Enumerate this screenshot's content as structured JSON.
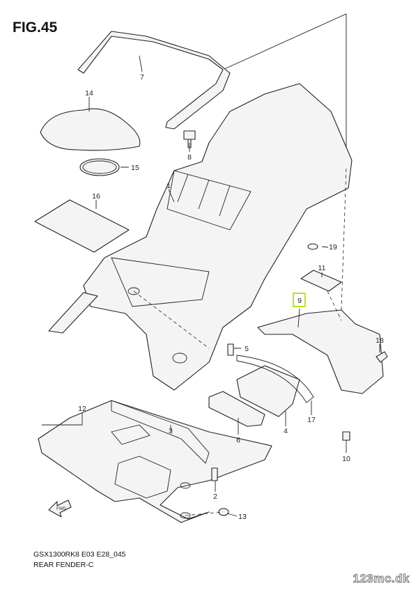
{
  "figure_title": "FIG.45",
  "callouts": [
    {
      "label": "14"
    },
    {
      "label": "15"
    },
    {
      "label": "16"
    },
    {
      "label": "7"
    },
    {
      "label": "8"
    },
    {
      "label": "1"
    },
    {
      "label": "19"
    },
    {
      "label": "11"
    },
    {
      "label": "9",
      "highlighted": true
    },
    {
      "label": "18"
    },
    {
      "label": "5"
    },
    {
      "label": "12"
    },
    {
      "label": "3"
    },
    {
      "label": "6"
    },
    {
      "label": "4"
    },
    {
      "label": "17"
    },
    {
      "label": "10"
    },
    {
      "label": "2"
    },
    {
      "label": "13"
    }
  ],
  "highlight_color": "#b5e61d",
  "footer": {
    "model_code": "GSX1300RK8 E03 E28_045",
    "section": "REAR FENDER-C"
  },
  "watermark": "123mc.dk",
  "direction_marker": "FWD"
}
